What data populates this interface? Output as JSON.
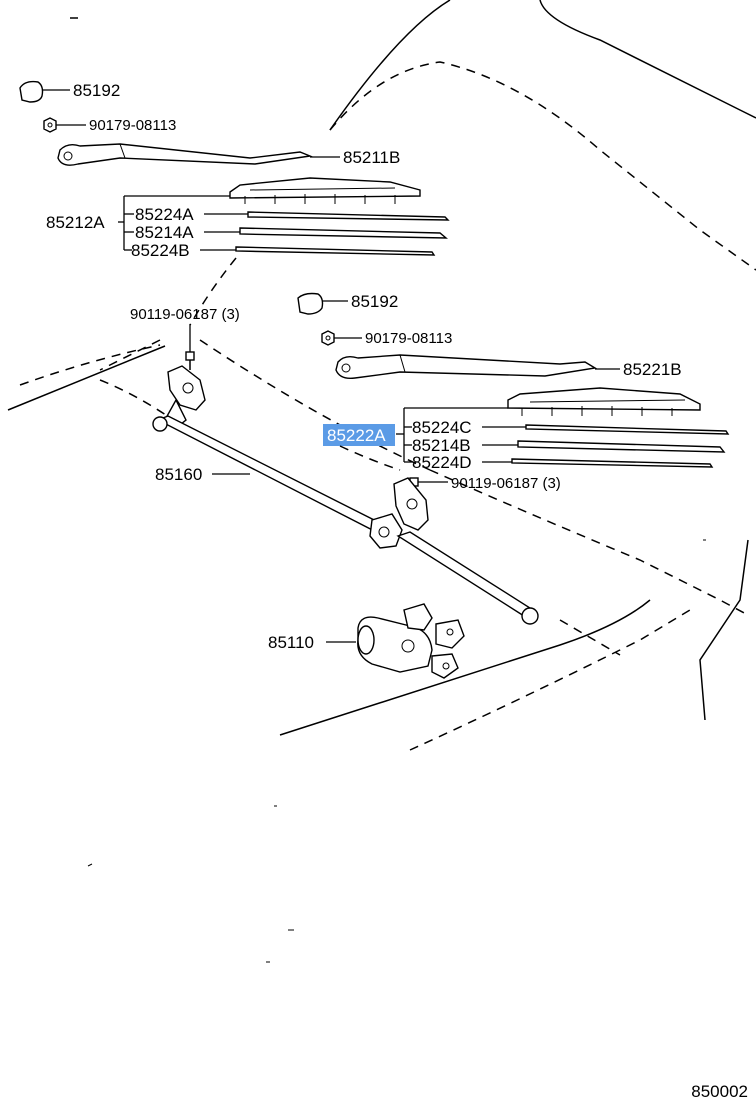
{
  "parts": {
    "cap_upper": "85192",
    "nut_upper": "90179-08113",
    "arm_left": "85211B",
    "blade_assy_left": "85212A",
    "backing_left": "85224A",
    "rubber_left": "85214A",
    "backing_left_lower": "85224B",
    "bolt_left": "90119-06187 (3)",
    "cap_lower": "85192",
    "nut_lower": "90179-08113",
    "arm_right": "85221B",
    "blade_assy_right": "85222A",
    "backing_right": "85224C",
    "rubber_right": "85214B",
    "backing_right_lower": "85224D",
    "bolt_right": "90119-06187 (3)",
    "link": "85160",
    "motor": "85110"
  },
  "highlighted_part": "85222A",
  "highlight_color": "#5b9be6",
  "diagram_code": "850002"
}
